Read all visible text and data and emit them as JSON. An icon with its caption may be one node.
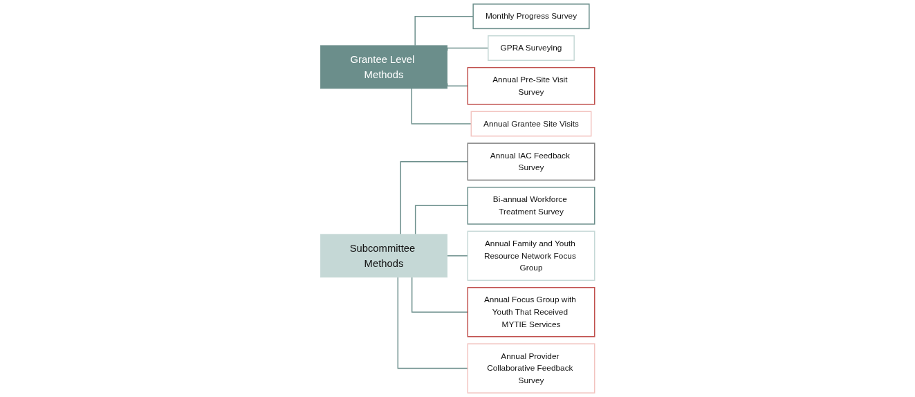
{
  "diagram": {
    "nodes": [
      {
        "text": [
          "Grantee Level Methods"
        ]
      },
      {
        "text": [
          "Monthly Progress Survey"
        ]
      },
      {
        "text": [
          "GPRA Surveying"
        ]
      },
      {
        "text": [
          "Annual Pre-Site Visit Survey"
        ]
      },
      {
        "text": [
          "Annual Grantee Site Visits"
        ]
      },
      {
        "text": [
          "Subcommittee Methods"
        ]
      },
      {
        "text": [
          "Annual IAC Feedback Survey"
        ]
      },
      {
        "text": [
          "Bi-annual Workforce Treatment Survey"
        ]
      },
      {
        "text": [
          "Annual Family and Youth Resource Network Focus Group"
        ]
      },
      {
        "text": [
          "Annual Focus Group with Youth That Received MYTIE Services"
        ]
      },
      {
        "text": [
          "Annual Provider Collaborative Feedback Survey"
        ]
      }
    ],
    "edges": [
      {
        "from": 0,
        "to": 1,
        "arrow": "none"
      },
      {
        "from": 0,
        "to": 2,
        "arrow": "none"
      },
      {
        "from": 0,
        "to": 3,
        "arrow": "none"
      },
      {
        "from": 0,
        "to": 4,
        "arrow": "none"
      },
      {
        "from": 5,
        "to": 6,
        "arrow": "none"
      },
      {
        "from": 5,
        "to": 7,
        "arrow": "none"
      },
      {
        "from": 5,
        "to": 8,
        "arrow": "none"
      },
      {
        "from": 5,
        "to": 9,
        "arrow": "none"
      },
      {
        "from": 5,
        "to": 10,
        "arrow": "none"
      }
    ]
  }
}
